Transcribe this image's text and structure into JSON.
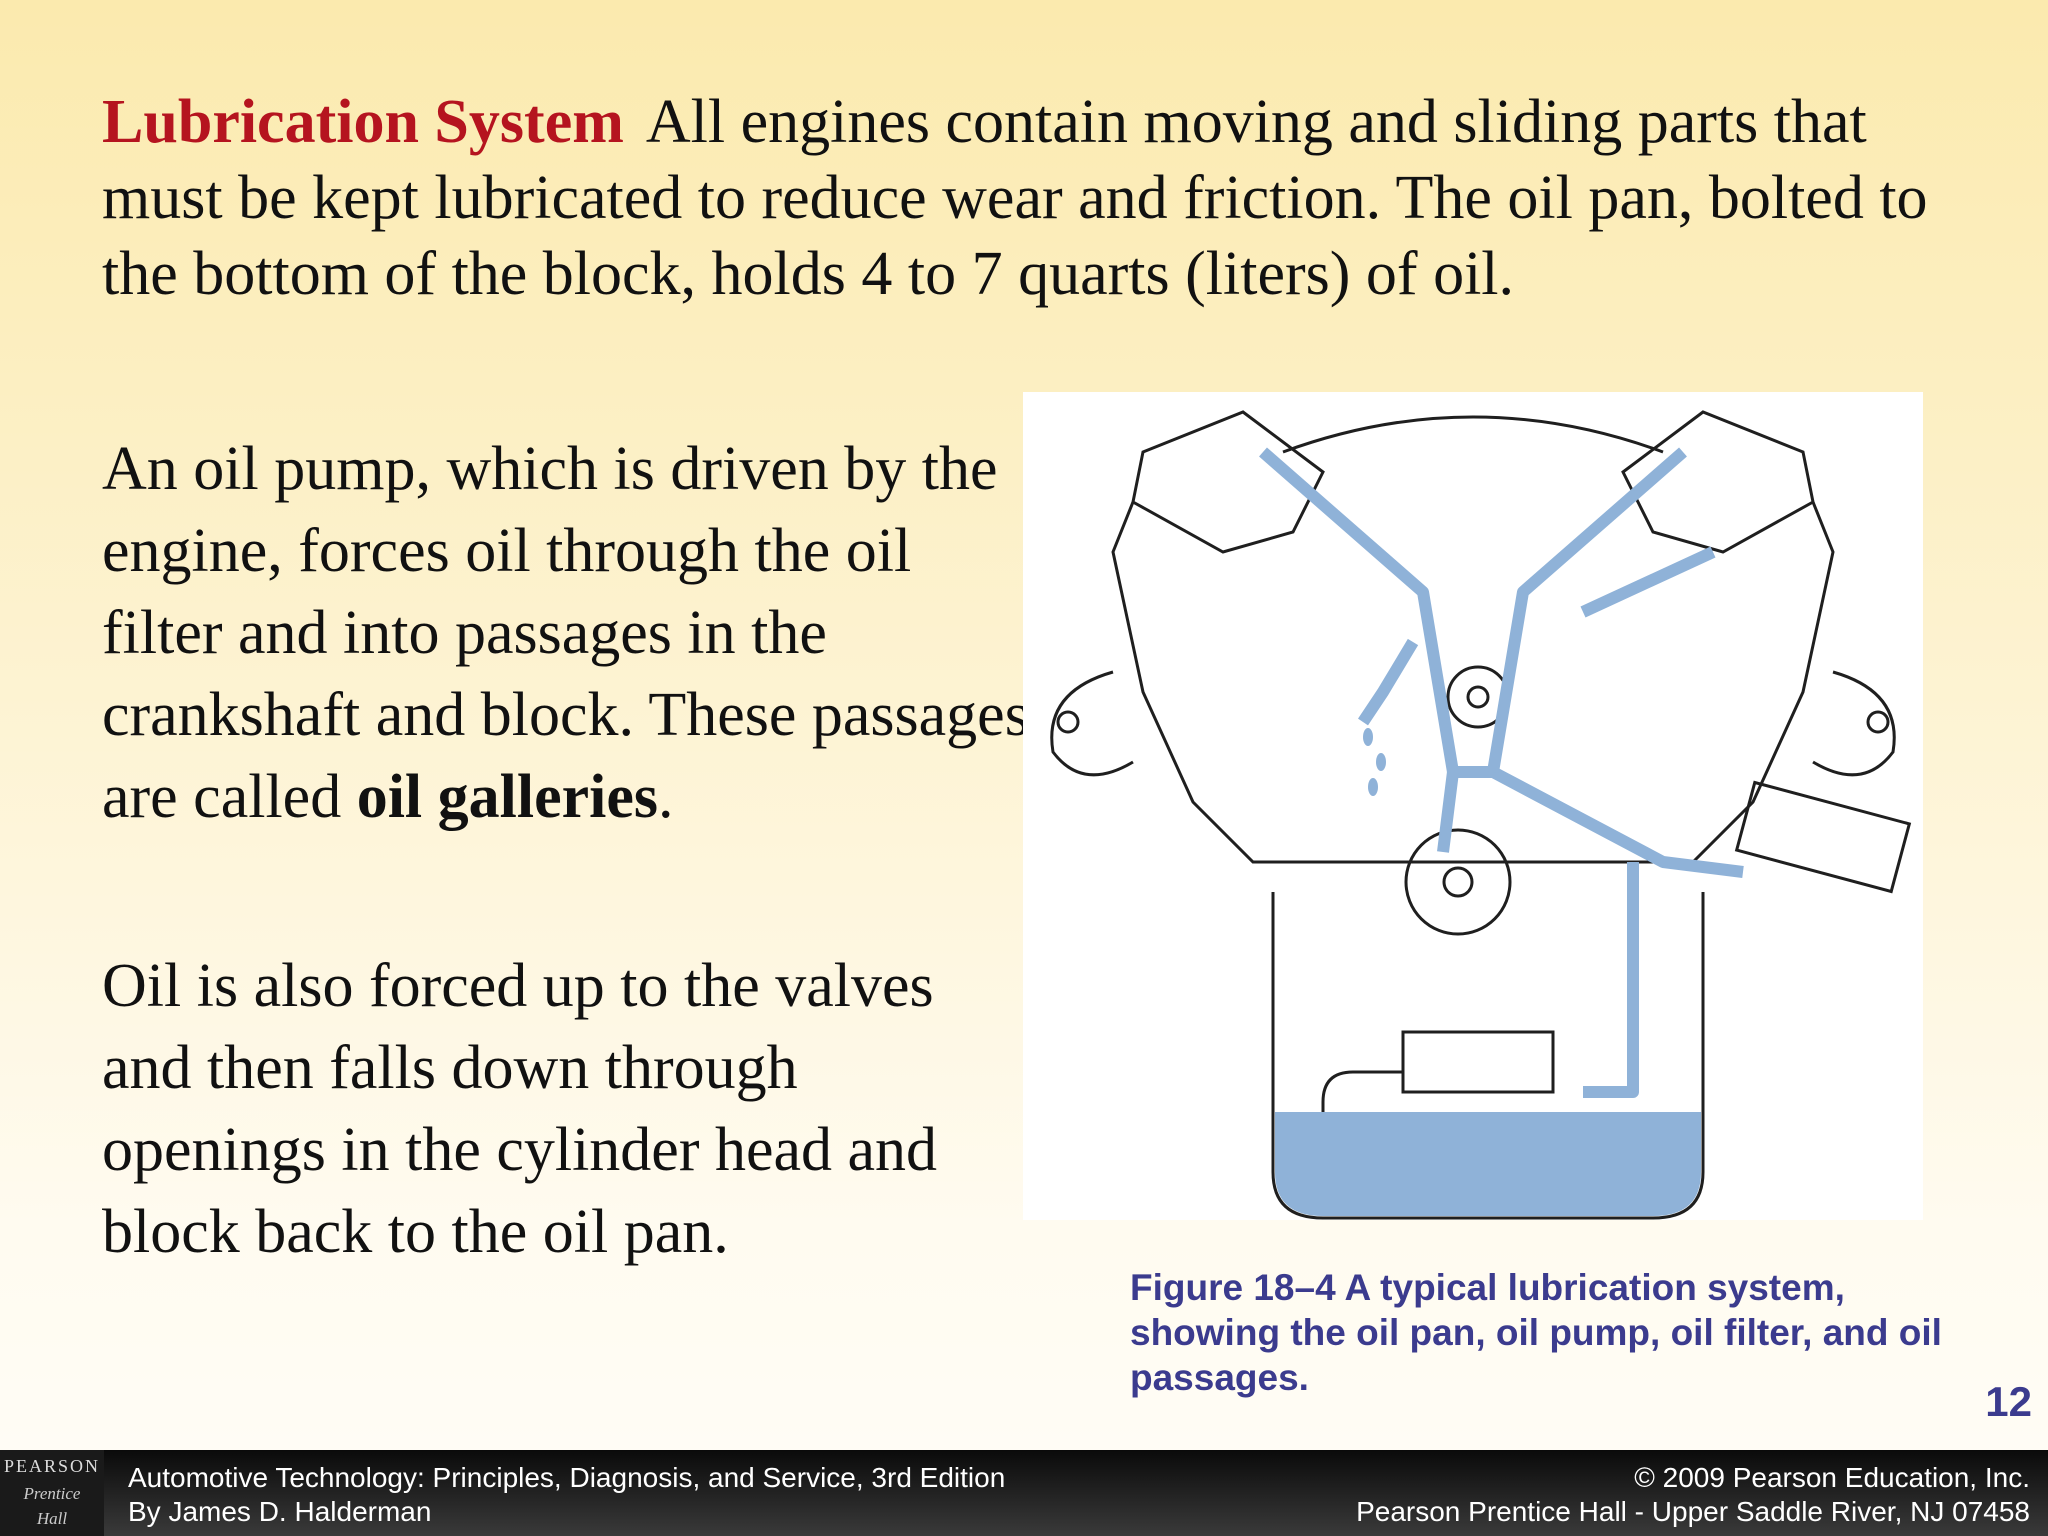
{
  "intro": {
    "topic": "Lubrication System",
    "text": "All engines contain moving and sliding parts that must be kept lubricated to reduce wear and friction. The oil pan, bolted to the bottom of the block, holds 4 to 7 quarts (liters) of oil."
  },
  "para1": {
    "before": "An oil pump, which is driven by the engine, forces oil through the oil filter and into passages in the crankshaft and block. These passages are called ",
    "bold": "oil galleries",
    "after": "."
  },
  "para2": {
    "text": "Oil is also forced up to the valves and then falls down through openings in the cylinder head and block back to the oil pan."
  },
  "figure": {
    "caption": "Figure 18–4 A typical lubrication system, showing the oil pan, oil pump, oil filter, and oil passages.",
    "oil_color": "#8fb2d8",
    "line_color": "#1f1f1f"
  },
  "slide_number": "12",
  "footer": {
    "logo_top": "PEARSON",
    "logo_bottom_1": "Prentice",
    "logo_bottom_2": "Hall",
    "left_line1": "Automotive Technology: Principles, Diagnosis, and Service, 3rd Edition",
    "left_line2": "By James D. Halderman",
    "right_line1": "© 2009 Pearson Education, Inc.",
    "right_line2": "Pearson Prentice Hall - Upper Saddle River, NJ 07458"
  }
}
